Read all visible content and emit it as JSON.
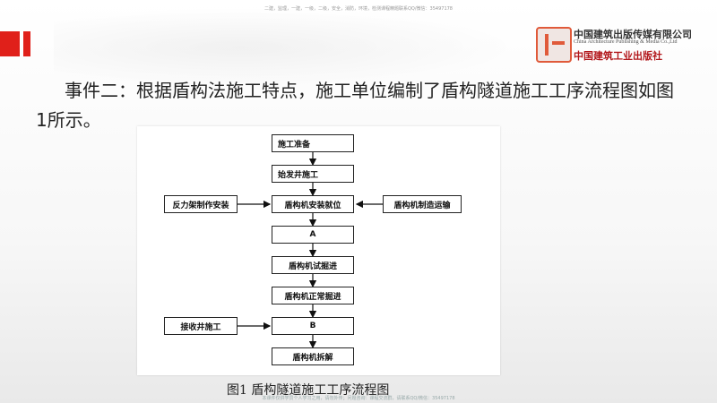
{
  "header": {
    "top_note": "二建，监理，一建，一级，二级，安全，消防，环境，检测课程精题联系QQ/微信：35497178",
    "bottom_note": "本课件仅供学员个人学习之用，请勿外传；问题咨询：课程交流群，请联系QQ/微信：35497178"
  },
  "logo": {
    "cn_name": "中国建筑出版传媒有限公司",
    "en_name": "China Architecture Publishing & Media Co.,Ltd",
    "calligraphy": "中国建筑工业出版社"
  },
  "content": {
    "heading_line1": "事件二：根据盾构法施工特点，施工单位编制了盾构隧道施工工序流程图如图",
    "heading_line2": "1所示。"
  },
  "flowchart": {
    "steps": [
      "施工准备",
      "始发井施工",
      "盾构机安装就位",
      "A",
      "盾构机试掘进",
      "盾构机正常掘进",
      "B",
      "盾构机拆解"
    ],
    "side_left_1": "反力架制作安装",
    "side_right_1": "盾构机制造运输",
    "side_left_2": "接收井施工",
    "caption": "图1 盾构隧道施工工序流程图"
  },
  "colors": {
    "accent_red": "#e0201a",
    "logo_red": "#b2171b"
  }
}
